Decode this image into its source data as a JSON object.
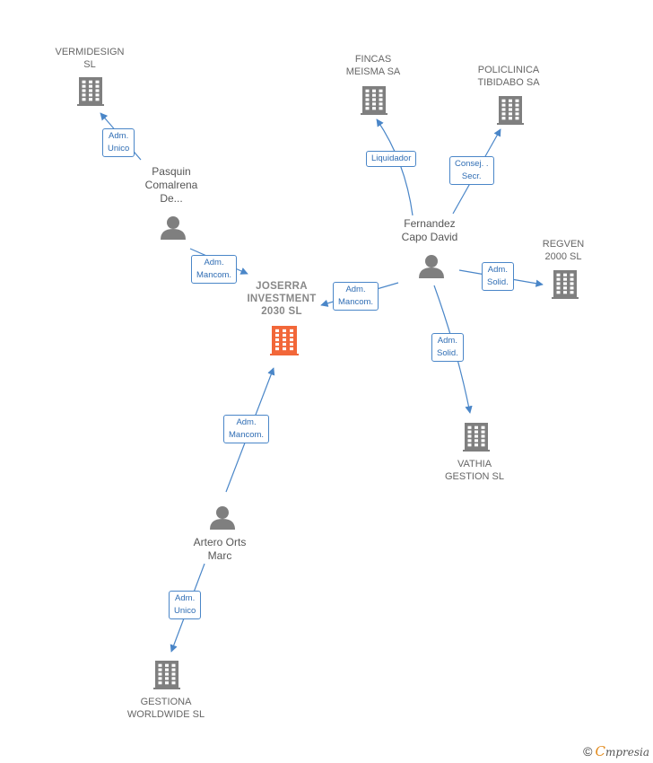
{
  "colors": {
    "company": "#7f7f7f",
    "main_company": "#f26739",
    "person": "#7f7f7f",
    "edge": "#4a86c8",
    "relation_text": "#2f6db4"
  },
  "nodes": {
    "joserra": {
      "lines": [
        "JOSERRA",
        "INVESTMENT",
        "2030  SL"
      ],
      "icon": "building-icon"
    },
    "vermidesign": {
      "lines": [
        "VERMIDESIGN",
        "SL"
      ],
      "icon": "building-icon"
    },
    "fincas": {
      "lines": [
        "FINCAS",
        "MEISMA SA"
      ],
      "icon": "building-icon"
    },
    "policlinica": {
      "lines": [
        "POLICLINICA",
        "TIBIDABO SA"
      ],
      "icon": "building-icon"
    },
    "regven": {
      "lines": [
        "REGVEN",
        "2000  SL"
      ],
      "icon": "building-icon"
    },
    "vathia": {
      "lines": [
        "VATHIA",
        "GESTION SL"
      ],
      "icon": "building-icon"
    },
    "gestiona": {
      "lines": [
        "GESTIONA",
        "WORLDWIDE SL"
      ],
      "icon": "building-icon"
    },
    "pasquin": {
      "lines": [
        "Pasquin",
        "Comalrena",
        "De..."
      ],
      "icon": "person-icon"
    },
    "fernandez": {
      "lines": [
        "Fernandez",
        "Capo David"
      ],
      "icon": "person-icon"
    },
    "artero": {
      "lines": [
        "Artero Orts",
        "Marc"
      ],
      "icon": "person-icon"
    }
  },
  "relations": {
    "pasquin_vermidesign": [
      "Adm.",
      "Unico"
    ],
    "pasquin_joserra": [
      "Adm.",
      "Mancom."
    ],
    "fernandez_joserra": [
      "Adm.",
      "Mancom."
    ],
    "fernandez_fincas": [
      "Liquidador"
    ],
    "fernandez_policlinica": [
      "Consej. .",
      "Secr."
    ],
    "fernandez_regven": [
      "Adm.",
      "Solid."
    ],
    "fernandez_vathia": [
      "Adm.",
      "Solid."
    ],
    "artero_joserra": [
      "Adm.",
      "Mancom."
    ],
    "artero_gestiona": [
      "Adm.",
      "Unico"
    ]
  },
  "footer": {
    "copyright": "©",
    "brand_initial": "C",
    "brand_rest": "mpresia"
  }
}
